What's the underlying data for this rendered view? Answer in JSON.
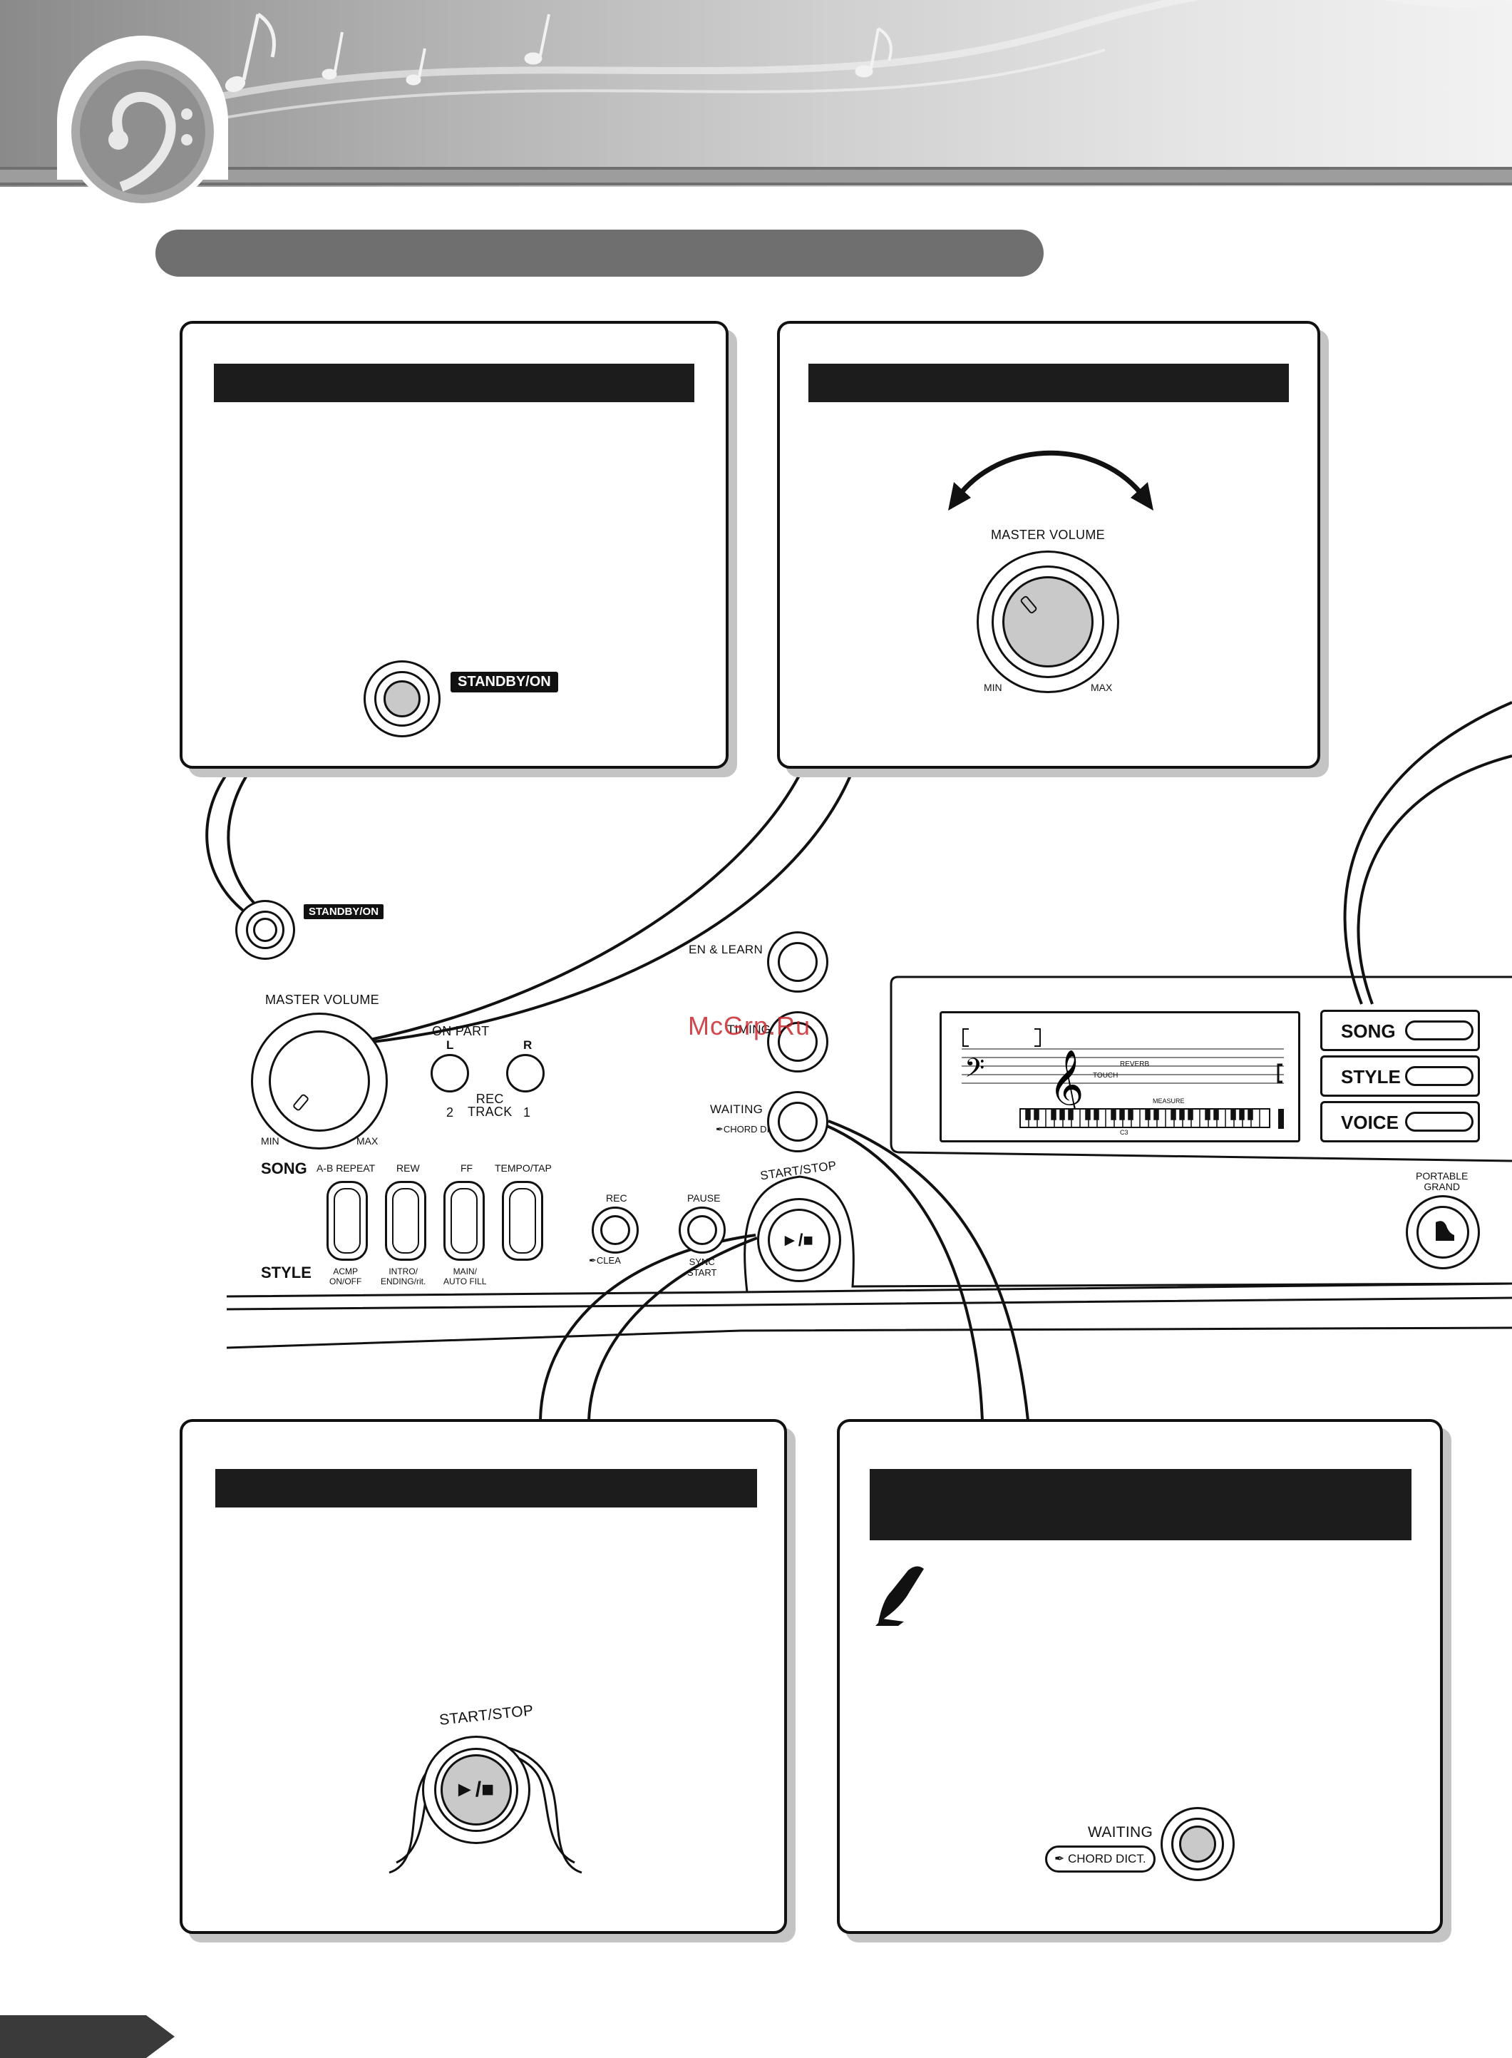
{
  "standby_panel": {
    "button_label": "STANDBY/ON"
  },
  "volume_panel": {
    "knob_label": "MASTER VOLUME",
    "min_label": "MIN",
    "max_label": "MAX"
  },
  "control_panel": {
    "standby_label": "STANDBY/ON",
    "master_volume_label": "MASTER VOLUME",
    "min_label": "MIN",
    "max_label": "MAX",
    "listen_learn_label": "EN & LEARN",
    "timing_label": "TIMING",
    "waiting_label": "WAITING",
    "chord_dict_label": "CHORD DICT.",
    "lesson_part_label": "ON PART",
    "left_label": "L",
    "right_label": "R",
    "rec_track_label": "REC\nTRACK",
    "track2_label": "2",
    "track1_label": "1",
    "song_label": "SONG",
    "style_label": "STYLE",
    "pad_buttons": [
      {
        "top": "A-B REPEAT",
        "bottom": "ACMP\nON/OFF"
      },
      {
        "top": "REW",
        "bottom": "INTRO/\nENDING/rit."
      },
      {
        "top": "FF",
        "bottom": "MAIN/\nAUTO FILL"
      },
      {
        "top": "TEMPO/TAP",
        "bottom": ""
      }
    ],
    "rec_label": "REC",
    "clear_label": "CLEA",
    "pause_label": "PAUSE",
    "sync_start_label": "SYNC\nSTART",
    "start_stop_label": "START/STOP",
    "play_stop_symbol": "►/■",
    "display_reverb": "REVERB",
    "display_touch": "TOUCH",
    "display_measure": "MEASURE",
    "display_c3": "C3",
    "mode_buttons": [
      "SONG",
      "STYLE",
      "VOICE"
    ],
    "portable_grand_label": "PORTABLE\nGRAND"
  },
  "start_stop_panel": {
    "button_label": "START/STOP",
    "symbol": "►/■"
  },
  "waiting_panel": {
    "waiting_label": "WAITING",
    "chord_dict_label": "CHORD DICT."
  },
  "watermark": "McGrp.Ru"
}
